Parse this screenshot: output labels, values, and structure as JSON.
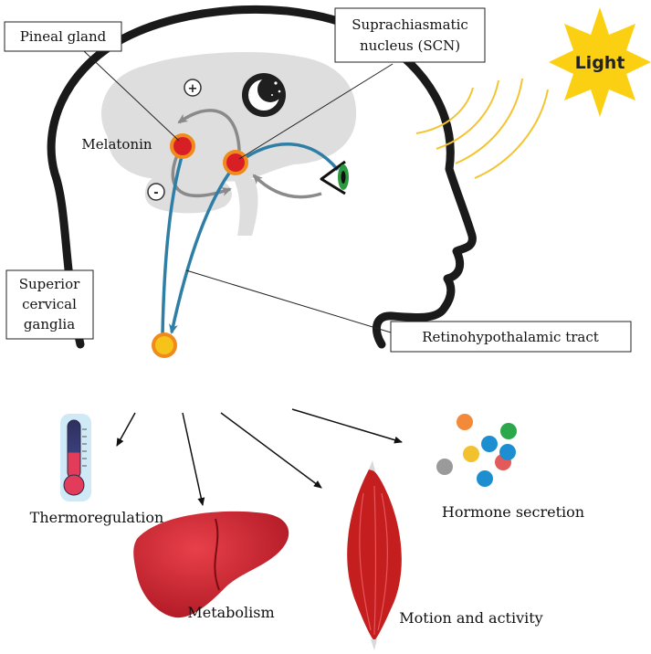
{
  "labels": {
    "pineal_gland": "Pineal gland",
    "scn_line1": "Suprachiasmatic",
    "scn_line2": "nucleus (SCN)",
    "light": "Light",
    "melatonin": "Melatonin",
    "plus_sign": "+",
    "minus_sign": "-",
    "scg_line1": "Superior",
    "scg_line2": "cervical",
    "scg_line3": "ganglia",
    "rht": "Retinohypothalamic tract"
  },
  "outputs": {
    "thermoregulation": "Thermoregulation",
    "metabolism": "Metabolism",
    "motion": "Motion and activity",
    "hormone": "Hormone secretion"
  },
  "colors": {
    "head_outline": "#1a1a1a",
    "brain": "#dedede",
    "tract": "#2e7ea6",
    "gray_arrow": "#8a8a8a",
    "nucleus_ring": "#f08a1c",
    "nucleus_core": "#d81f26",
    "ganglia": "#f6c318",
    "sun": "#fbd012",
    "light_rays": "#f4c430",
    "liver": "#c8202b",
    "muscle": "#c41e1e"
  },
  "hormone_dot_colors": [
    "#f28a3a",
    "#2ba84a",
    "#1d8fd1",
    "#f2c12e",
    "#e25a5a",
    "#9a9a9a",
    "#1d8fd1",
    "#1d8fd1"
  ]
}
